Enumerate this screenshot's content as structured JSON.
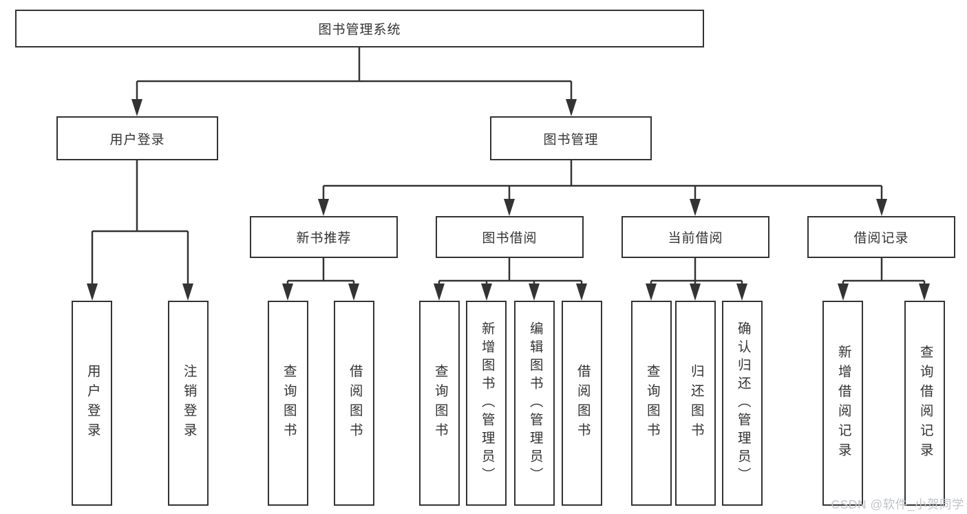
{
  "diagram": {
    "root": {
      "label": "图书管理系统"
    },
    "level2": [
      {
        "label": "用户登录"
      },
      {
        "label": "图书管理"
      }
    ],
    "level3": [
      {
        "label": "新书推荐"
      },
      {
        "label": "图书借阅"
      },
      {
        "label": "当前借阅"
      },
      {
        "label": "借阅记录"
      }
    ],
    "leaves": {
      "user_login": [
        "用户登录",
        "注销登录"
      ],
      "new_books": [
        "查询图书",
        "借阅图书"
      ],
      "book_borrow": [
        "查询图书",
        "新增图书（管理员）",
        "编辑图书（管理员）",
        "借阅图书"
      ],
      "current_borrow": [
        "查询图书",
        "归还图书",
        "确认归还（管理员）"
      ],
      "borrow_records": [
        "新增借阅记录",
        "查询借阅记录"
      ]
    },
    "watermark": "CSDN @软件_小贺同学",
    "colors": {
      "line": "#333333",
      "text": "#333333",
      "watermark": "#c0c3c7"
    }
  }
}
